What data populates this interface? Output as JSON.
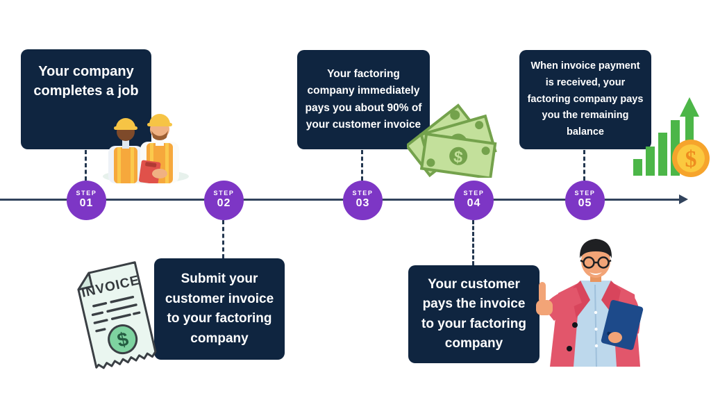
{
  "timeline": {
    "steps": [
      {
        "step_label": "STEP",
        "step_number": "01",
        "text": "Your company completes a job"
      },
      {
        "step_label": "STEP",
        "step_number": "02",
        "text": "Submit your customer invoice to your factoring company"
      },
      {
        "step_label": "STEP",
        "step_number": "03",
        "text": "Your factoring company immediately pays you about 90% of your customer invoice"
      },
      {
        "step_label": "STEP",
        "step_number": "04",
        "text": "Your customer pays the invoice to your factoring company"
      },
      {
        "step_label": "STEP",
        "step_number": "05",
        "text": "When invoice payment is received, your factoring company pays you the remaining balance"
      }
    ]
  },
  "illustrations": {
    "workers_icon": "construction-workers-illustration",
    "invoice_icon": "invoice-document-illustration",
    "money_icon": "cash-bills-illustration",
    "customer_icon": "customer-thumbs-up-illustration",
    "growth_icon": "growth-chart-coin-illustration",
    "invoice_label": "INVOICE",
    "dollar_sign": "$"
  },
  "colors": {
    "background": "#ffffff",
    "box_navy": "#0f2540",
    "circle_purple": "#7d36c5",
    "timeline_line": "#31435c",
    "text_white": "#ffffff",
    "bill_green_light": "#c3e09b",
    "bill_green_dark": "#74a24c",
    "bar_green": "#4cb648",
    "coin_gold": "#f6a42c",
    "vest_orange": "#f6a83c",
    "blazer_pink": "#e2566b"
  }
}
